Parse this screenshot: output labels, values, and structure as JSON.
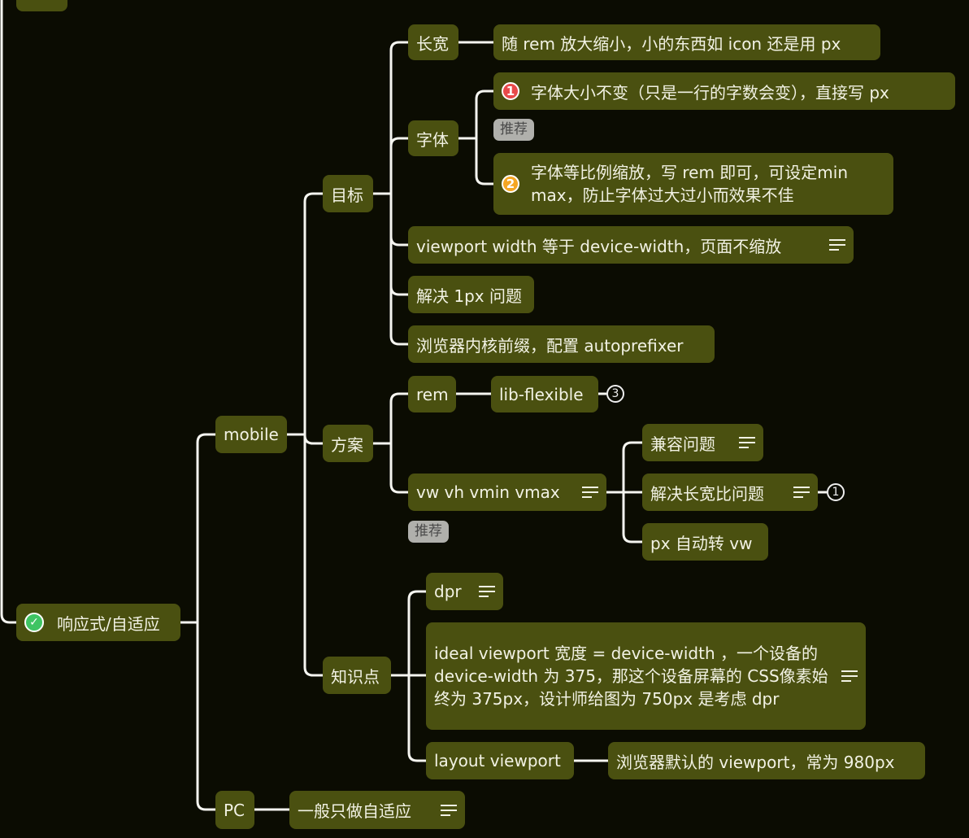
{
  "colors": {
    "background": "#0b0c02",
    "node": "#4a5010",
    "line": "#f5f5f0",
    "priority1": "#e84a4a",
    "priority2": "#f5a623",
    "done": "#3fc463"
  },
  "root": {
    "label": "响应式/自适应",
    "icon": "check-circle-icon"
  },
  "mobile": {
    "label": "mobile",
    "goal": {
      "label": "目标",
      "size": {
        "label": "长宽",
        "child": "随 rem 放大缩小，小的东西如 icon 还是用 px"
      },
      "font": {
        "label": "字体",
        "opt1": {
          "priority": "1",
          "text": "字体大小不变（只是一行的字数会变），直接写 px",
          "tag": "推荐"
        },
        "opt2": {
          "priority": "2",
          "text": "字体等比例缩放，写 rem 即可，可设定min max，防止字体过大过小而效果不佳"
        }
      },
      "viewport": "viewport width 等于 device-width，页面不缩放",
      "px1": "解决 1px 问题",
      "prefix": "浏览器内核前缀，配置 autoprefixer"
    },
    "plan": {
      "label": "方案",
      "rem": {
        "label": "rem",
        "child": "lib-flexible",
        "badge": "3"
      },
      "vw": {
        "label": "vw vh vmin vmax",
        "tag": "推荐",
        "children": [
          "兼容问题",
          "解决长宽比问题",
          "px 自动转 vw"
        ],
        "badge": "1"
      }
    },
    "knowledge": {
      "label": "知识点",
      "dpr": "dpr",
      "ideal": "ideal viewport 宽度 = device-width ，一个设备的 device-width 为 375，那这个设备屏幕的 CSS像素始终为 375px，设计师给图为 750px 是考虑 dpr",
      "layout": {
        "label": "layout viewport",
        "child": "浏览器默认的 viewport，常为 980px"
      }
    }
  },
  "pc": {
    "label": "PC",
    "child": "一般只做自适应"
  }
}
